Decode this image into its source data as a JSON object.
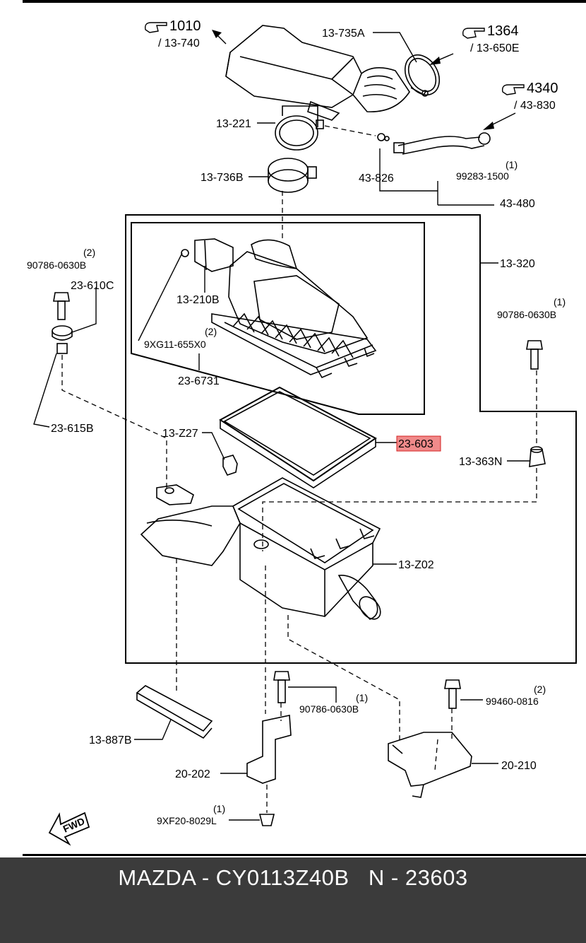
{
  "labels": {
    "ref_1010": "1010",
    "ref_13_740": "/ 13-740",
    "ref_1364": "1364",
    "ref_13_650e": "/ 13-650E",
    "ref_4340": "4340",
    "ref_43_830": "/ 43-830",
    "p_13_735a": "13-735A",
    "p_13_221": "13-221",
    "p_13_736b": "13-736B",
    "p_43_826": "43-826",
    "p_99283_qty": "(1)",
    "p_99283": "99283-1500",
    "p_43_480": "43-480",
    "p_90786_left_qty": "(2)",
    "p_90786_left": "90786-0630B",
    "p_23_610c": "23-610C",
    "p_23_615b": "23-615B",
    "p_13_210b": "13-210B",
    "p_9xg11_qty": "(2)",
    "p_9xg11": "9XG11-655X0",
    "p_23_6731": "23-6731",
    "p_13_320": "13-320",
    "p_90786_right_qty": "(1)",
    "p_90786_right": "90786-0630B",
    "p_13_z27": "13-Z27",
    "p_23_603": "23-603",
    "p_13_363n": "13-363N",
    "p_13_z02": "13-Z02",
    "p_90786_bottom_qty": "(1)",
    "p_90786_bottom": "90786-0630B",
    "p_99460_qty": "(2)",
    "p_99460": "99460-0816",
    "p_13_887b": "13-887B",
    "p_20_202": "20-202",
    "p_20_210": "20-210",
    "p_9xf20_qty": "(1)",
    "p_9xf20": "9XF20-8029L",
    "fwd": "FWD"
  },
  "colors": {
    "highlight_fill": "#f08a8a",
    "highlight_stroke": "#d42020",
    "footer_bg": "#3b3b3b",
    "footer_text": "#ffffff"
  },
  "footer": {
    "caption": "MAZDA - CY0113Z40B   N - 23603"
  }
}
